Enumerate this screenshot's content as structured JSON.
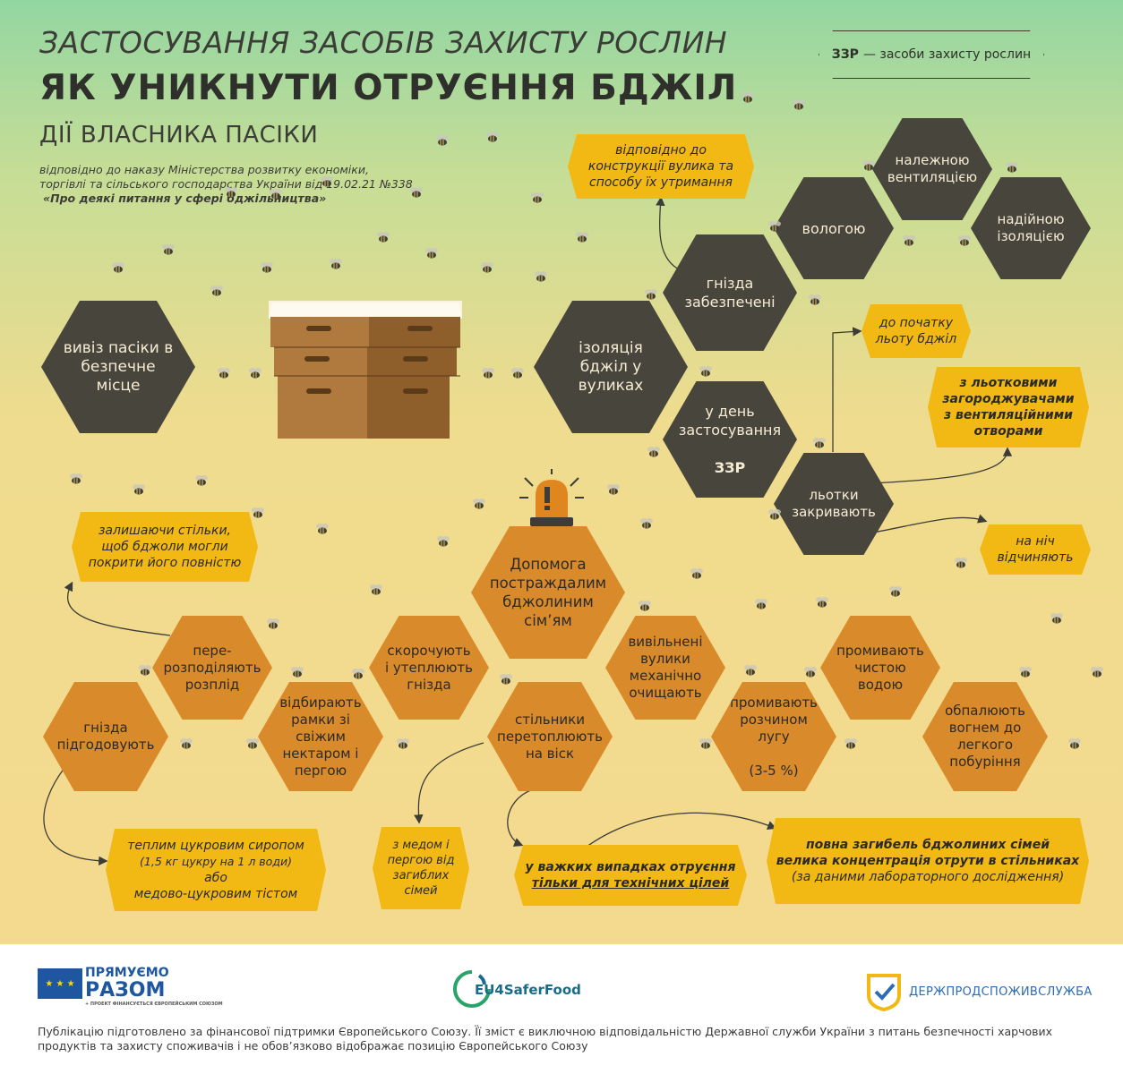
{
  "header": {
    "title_line1": "ЗАСТОСУВАННЯ ЗАСОБІВ ЗАХИСТУ РОСЛИН",
    "title_line2": "ЯК УНИКНУТИ ОТРУЄННЯ БДЖІЛ",
    "title_line3": "ДІЇ ВЛАСНИКА ПАСІКИ",
    "ref_line1": "відповідно до наказу Міністерства розвитку економіки,",
    "ref_line2": "торгівлі та сільського господарства України від 19.02.21 №338",
    "ref_line3": "«Про деякі питання у сфері бджільництва»"
  },
  "legend": {
    "abbr": "ЗЗР",
    "text": "— засоби захисту рослин"
  },
  "top_branch": {
    "remove_apiary": "вивіз пасіки в безпечне місце",
    "isolation": "ізоляція бджіл у вуликах",
    "nests_secured": "гнізда забезпечені",
    "humidity": "вологою",
    "ventilation": "належною вентиляцією",
    "insulation": "надійною ізоляцією",
    "hive_design_note": "відповідно до конструкції вулика та способу їх утримання",
    "application_day_line1": "у день застосування",
    "application_day_line2": "ЗЗР",
    "entrances_closed": "льотки закривають",
    "before_flight_note": "до початку льоту бджіл",
    "entrance_guards_note": "з льотковими загороджувачами з вентиляційними отворами",
    "open_at_night_note": "на ніч відчиняють"
  },
  "help_branch": {
    "center": "Допомога постраждалим бджолиним сім’ям",
    "redistribute_brood": "пере-розподіляють розплід",
    "leave_combs_note": "залишаючи стільки, щоб бджоли могли покрити його повністю",
    "feed_nests": "гнізда підгодовують",
    "feed_note_line1": "теплим цукровим сиропом",
    "feed_note_line2": "(1,5 кг цукру на 1 л води)",
    "feed_note_line3": "або",
    "feed_note_line4": "медово-цукровим тістом",
    "select_frames": "відбирають рамки зі свіжим нектаром і пергою",
    "shorten_nests": "скорочують і утеплюють гнізда",
    "melt_combs": "стільники перетоплюють на віск",
    "honey_perga_note": "з медом і пергою від загиблих сімей",
    "technical_note_line1": "у важких випадках отруєння",
    "technical_note_line2": "тільки для технічних цілей",
    "clean_hives": "вивільнені вулики механічно очищають",
    "rinse_lye": "промивають розчином лугу",
    "lye_percent": "(3-5 %)",
    "rinse_water": "промивають чистою водою",
    "fire_treat": "обпалюють вогнем до легкого побуріння",
    "total_death_note_line1": "повна загибель бджолиних сімей",
    "total_death_note_line2": "велика концентрація отрути в стільниках",
    "total_death_note_line3": "(за даними лабораторного дослідження)"
  },
  "footer": {
    "pryam_line1": "ПРЯМУЄМО",
    "pryam_line2": "РАЗОМ",
    "pryam_line3": "+ ПРОЕКТ ФІНАНСУЄТЬСЯ ЄВРОПЕЙСЬКИМ СОЮЗОМ",
    "eu4": "EU4SaferFood",
    "dps": "ДЕРЖПРОДСПОЖИВСЛУЖБА",
    "disclaimer": "Публікацію підготовлено за фінансової підтримки Європейського Союзу. Її зміст є виключною відповідальністю Державної служби України з питань безпечності харчових продуктів та захисту споживачів і не обов’язково відображає позицію Європейського Союзу"
  },
  "colors": {
    "dark_hex": "#48453c",
    "orange_hex": "#d98a2b",
    "note": "#f2b915",
    "hive": "#a9733a"
  }
}
